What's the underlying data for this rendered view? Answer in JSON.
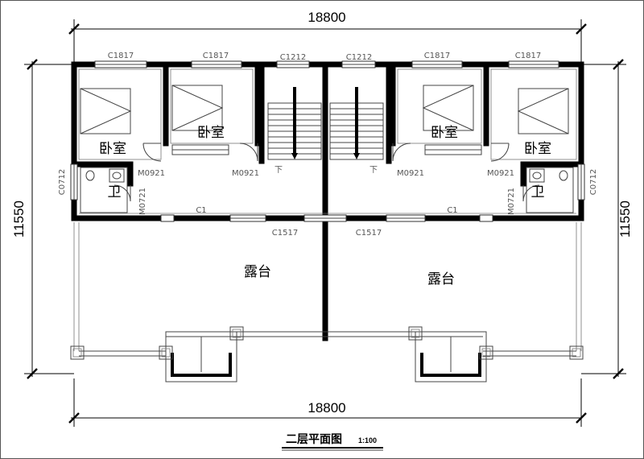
{
  "drawing_title": "二层平面图",
  "scale": "1:100",
  "dimensions": {
    "width_top": "18800",
    "width_bottom": "18800",
    "height_left": "11550",
    "height_right": "11550"
  },
  "rooms": {
    "bedroom": "卧室",
    "bathroom": "卫",
    "terrace": "露台"
  },
  "stair_down": "下",
  "codes": {
    "window_c1817": "C1817",
    "window_c1212": "C1212",
    "window_c0712": "C0712",
    "window_c1": "C1",
    "door_c1517": "C1517",
    "door_m0921": "M0921",
    "door_m0721": "M0721"
  },
  "colors": {
    "ink": "#000000",
    "secondary": "#555555"
  }
}
